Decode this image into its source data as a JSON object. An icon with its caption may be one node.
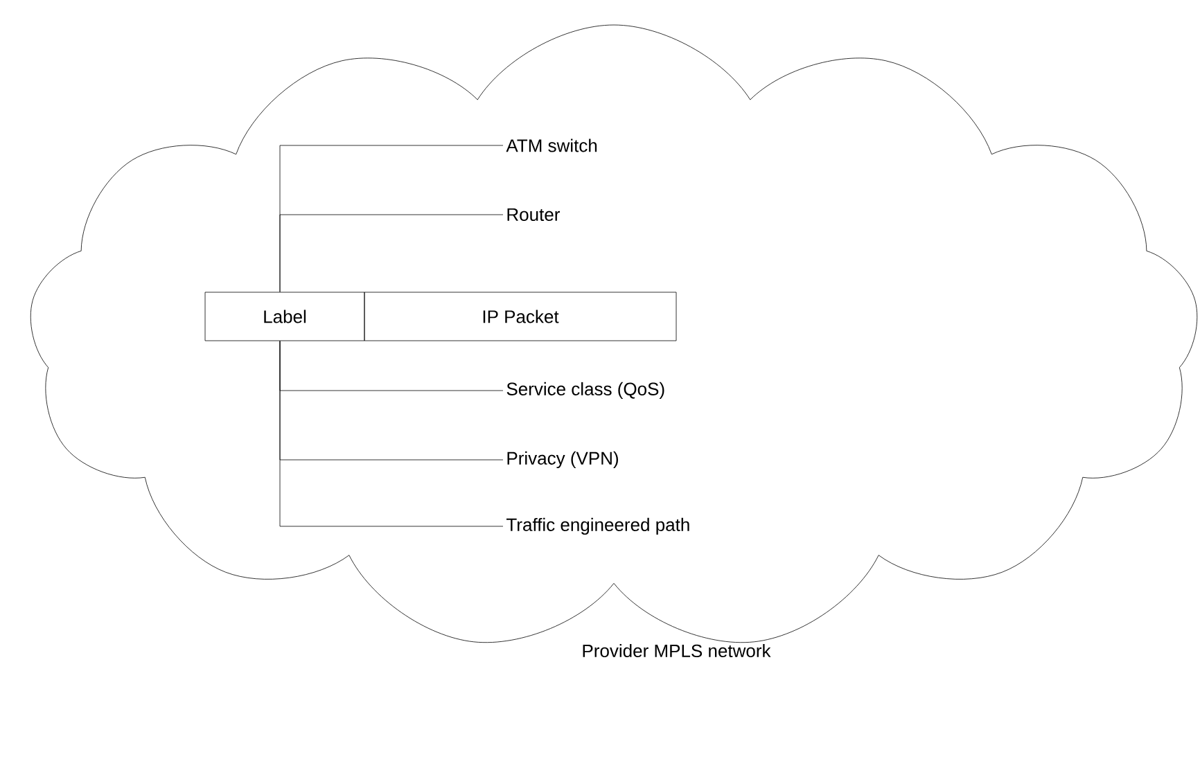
{
  "diagram": {
    "nodes": [
      {
        "text": [],
        "shape": "cloud",
        "beside": [
          "Provider MPLS network"
        ]
      },
      {
        "text": [
          "Label"
        ],
        "in": 0
      },
      {
        "text": [
          "IP Packet"
        ],
        "in": 0
      },
      {
        "text": [
          "ATM switch"
        ],
        "in": 0
      },
      {
        "text": [
          "Router"
        ],
        "in": 0
      },
      {
        "text": [
          "Service class (QoS)"
        ],
        "in": 0
      },
      {
        "text": [
          "Privacy (VPN)"
        ],
        "in": 0
      },
      {
        "text": [
          "Traffic engineered path"
        ],
        "in": 0
      }
    ],
    "edges": [
      {
        "from": 1,
        "to": 3,
        "arrow": "none"
      },
      {
        "from": 1,
        "to": 4,
        "arrow": "none"
      },
      {
        "from": 1,
        "to": 5,
        "arrow": "none"
      },
      {
        "from": 1,
        "to": 6,
        "arrow": "none"
      },
      {
        "from": 1,
        "to": 7,
        "arrow": "none"
      }
    ]
  }
}
